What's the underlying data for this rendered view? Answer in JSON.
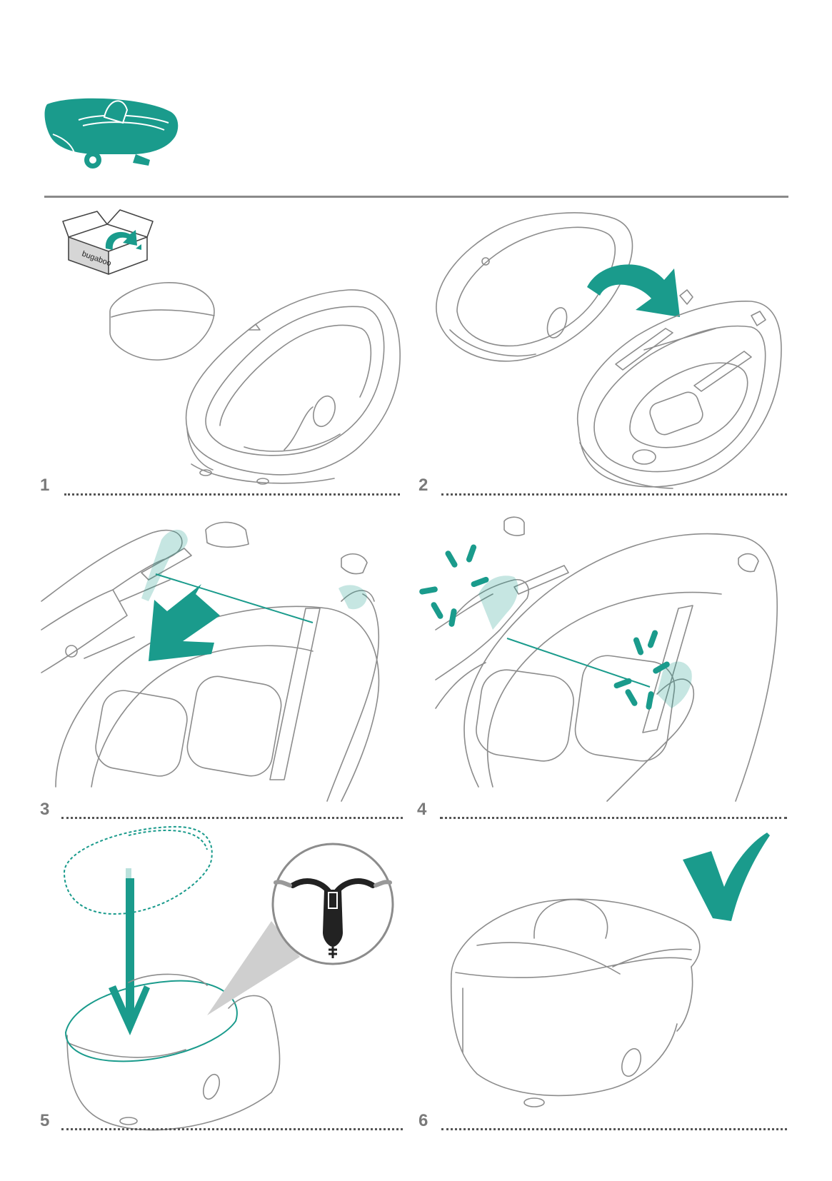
{
  "header": {
    "product_icon": "teal-carrycot-icon"
  },
  "steps": [
    {
      "number": "1",
      "icons": [
        "open-box-icon",
        "mattress-icon",
        "carrycot-shell-icon"
      ],
      "box_brand": "bugaboo"
    },
    {
      "number": "2",
      "icons": [
        "carrycot-fabric-icon",
        "curved-arrow-icon",
        "carrycot-frame-icon"
      ]
    },
    {
      "number": "3",
      "icons": [
        "hands-icon",
        "down-arrow-icon",
        "frame-bar-icon"
      ]
    },
    {
      "number": "4",
      "icons": [
        "hands-icon",
        "click-sound-icon",
        "frame-bar-icon"
      ]
    },
    {
      "number": "5",
      "icons": [
        "mattress-icon",
        "down-arrow-icon",
        "zoom-circle-icon",
        "clip-icon"
      ]
    },
    {
      "number": "6",
      "icons": [
        "checkmark-icon",
        "assembled-carrycot-icon"
      ]
    }
  ],
  "colors": {
    "accent": "#1a9b8c",
    "line": "#8c8c8c",
    "label": "#7a7a7a",
    "rule": "#8a8a8a"
  }
}
